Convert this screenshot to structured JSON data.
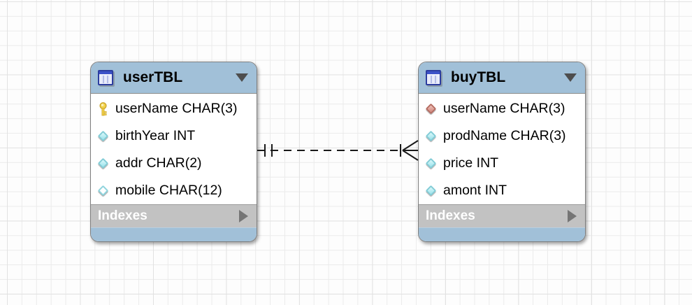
{
  "diagram": {
    "tables": [
      {
        "name": "userTBL",
        "columns": [
          {
            "icon": "primary-key-icon",
            "label": "userName CHAR(3)"
          },
          {
            "icon": "column-not-null-icon",
            "label": "birthYear INT"
          },
          {
            "icon": "column-not-null-icon",
            "label": "addr CHAR(2)"
          },
          {
            "icon": "column-nullable-icon",
            "label": "mobile CHAR(12)"
          }
        ],
        "footer_label": "Indexes"
      },
      {
        "name": "buyTBL",
        "columns": [
          {
            "icon": "foreign-key-icon",
            "label": "userName CHAR(3)"
          },
          {
            "icon": "column-not-null-icon",
            "label": "prodName CHAR(3)"
          },
          {
            "icon": "column-not-null-icon",
            "label": "price INT"
          },
          {
            "icon": "column-not-null-icon",
            "label": "amont INT"
          }
        ],
        "footer_label": "Indexes"
      }
    ],
    "relationship": {
      "type": "one-to-many",
      "line_style": "dashed",
      "from_table": "userTBL",
      "from_cardinality": "one-and-only-one",
      "to_table": "buyTBL",
      "to_cardinality": "many"
    },
    "colors": {
      "header_blue": "#a1c0d8",
      "indexes_gray": "#c2c2c2",
      "grid_line": "#ebebeb",
      "canvas_bg": "#fdfdfd",
      "line_black": "#1a1a1a"
    }
  }
}
